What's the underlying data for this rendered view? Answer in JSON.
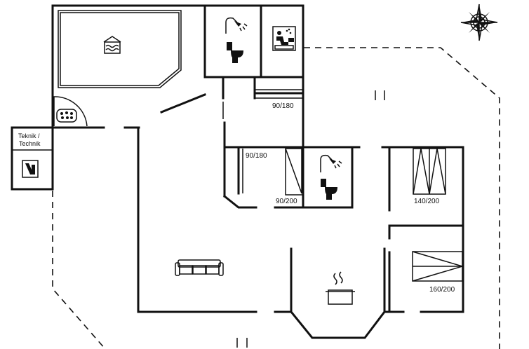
{
  "plan": {
    "rooms": {
      "technik_label_line1": "Teknik /",
      "technik_label_line2": "Technik"
    },
    "beds": {
      "bed_top": "90/180",
      "bed_middle_left": "90/180",
      "bed_middle_bottom": "90/200",
      "bed_right_top": "140/200",
      "bed_right_bottom": "160/200"
    },
    "icons": {
      "pool": "pool-icon",
      "sauna": "sauna-icon",
      "shower": "shower-icon",
      "toilet": "toilet-icon",
      "whirlpool": "whirlpool-icon",
      "washing": "washing-machine-icon",
      "sofa": "sofa-icon",
      "kitchen": "cooking-pot-icon",
      "compass": "compass-rose-icon"
    },
    "colors": {
      "line": "#111111",
      "background": "#ffffff"
    }
  }
}
